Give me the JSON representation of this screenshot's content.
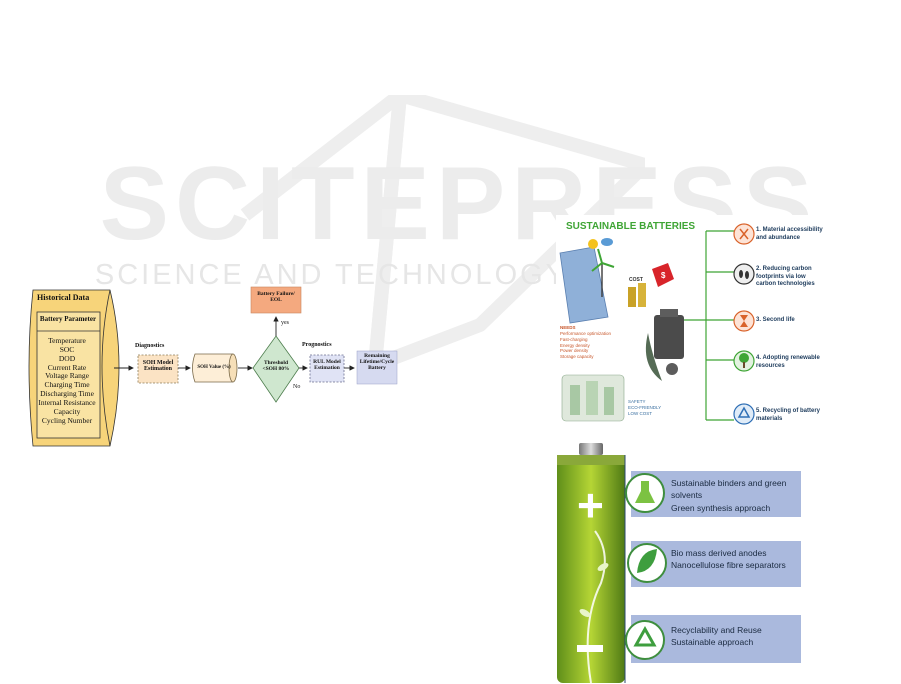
{
  "watermark": {
    "title": "SCITEPRESS",
    "subtitle": "SCIENCE AND TECHNOLOGY PUBLICATIONS"
  },
  "flowchart": {
    "historical_title": "Historical Data",
    "param_title": "Battery Parameter",
    "params": [
      "Temperature",
      "SOC",
      "DOD",
      "Current Rate",
      "Voltage Range",
      "Charging Time",
      "Discharging Time",
      "Internal Resistance",
      "Capacity",
      "Cycling Number"
    ],
    "diagnostics_label": "Diagnostics",
    "soh_model": [
      "SOH Model",
      "Estimation"
    ],
    "soh_value": "SOH Value (%)",
    "threshold": [
      "Threshold",
      "<SOH 80%"
    ],
    "yes_label": "yes",
    "no_label": "No",
    "failure_box": [
      "Battery Failure/",
      "EOL"
    ],
    "prognostics_label": "Prognostics",
    "rul_model": [
      "RUL Model",
      "Estimation"
    ],
    "remaining": [
      "Remaining",
      "Lifetime/Cycle",
      "Battery"
    ]
  },
  "sustainable": {
    "title": "SUSTAINABLE BATTERIES",
    "cost_label": "COST",
    "needs": [
      "NEEDS",
      "Performance optimization",
      "Fast-charging",
      "Energy density",
      "Power density",
      "Storage capacity"
    ],
    "qualities": [
      "SAFETY",
      "ECO-FRIENDLY",
      "LOW COST"
    ],
    "items": [
      [
        "1. Material accessibility",
        "and abundance"
      ],
      [
        "2. Reducing carbon",
        "footprints via low",
        "carbon technologies"
      ],
      [
        "3. Second life"
      ],
      [
        "4. Adopting renewable",
        "resources"
      ],
      [
        "5. Recycling of battery",
        "materials"
      ]
    ],
    "colors": {
      "green": "#3fa535",
      "orange": "#d9632b",
      "blue": "#2f6fb5"
    }
  },
  "green_battery": {
    "items": [
      [
        "Sustainable binders and green solvents",
        "Green synthesis approach"
      ],
      [
        "Bio mass derived anodes",
        "Nanocellulose fibre separators"
      ],
      [
        "Recyclability and Reuse",
        "Sustainable approach"
      ]
    ],
    "plus": "+",
    "minus": "−"
  }
}
